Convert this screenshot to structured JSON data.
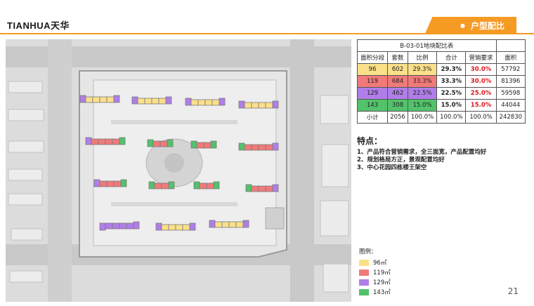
{
  "header": {
    "logo": "TIANHUA天华",
    "section": "户型配比"
  },
  "colors": {
    "accent": "#f59a23",
    "c96": "#fbe08a",
    "c119": "#f07a7a",
    "c129": "#b07ee8",
    "c143": "#52c26b"
  },
  "table": {
    "title": "B-03-01地块配比表",
    "headers": [
      "面积分段",
      "套数",
      "比例",
      "合计",
      "营销要求",
      "面积"
    ],
    "rows": [
      {
        "seg": "96",
        "count": "602",
        "ratio": "29.3%",
        "total": "29.3%",
        "req": "30.0%",
        "area": "57792"
      },
      {
        "seg": "119",
        "count": "684",
        "ratio": "33.3%",
        "total": "33.3%",
        "req": "30.0%",
        "area": "81396"
      },
      {
        "seg": "129",
        "count": "462",
        "ratio": "22.5%",
        "total": "22.5%",
        "req": "25.0%",
        "area": "59598"
      },
      {
        "seg": "143",
        "count": "308",
        "ratio": "15.0%",
        "total": "15.0%",
        "req": "15.0%",
        "area": "44044"
      }
    ],
    "subtotal": {
      "label": "小计",
      "count": "2056",
      "ratio": "100.0%",
      "total": "100.0%",
      "req": "100.0%",
      "area": "242830"
    }
  },
  "features": {
    "title": "特点：",
    "items": [
      "1、产品符合营销需求，全三面宽，产品配置均好",
      "2、规划格局方正，景观配置均好",
      "3、中心花园四栋楼王架空"
    ]
  },
  "legend": {
    "title": "图例：",
    "items": [
      {
        "label": "96㎡",
        "color": "#fbe08a"
      },
      {
        "label": "119㎡",
        "color": "#f07a7a"
      },
      {
        "label": "129㎡",
        "color": "#b07ee8"
      },
      {
        "label": "143㎡",
        "color": "#52c26b"
      }
    ]
  },
  "page_number": "21"
}
